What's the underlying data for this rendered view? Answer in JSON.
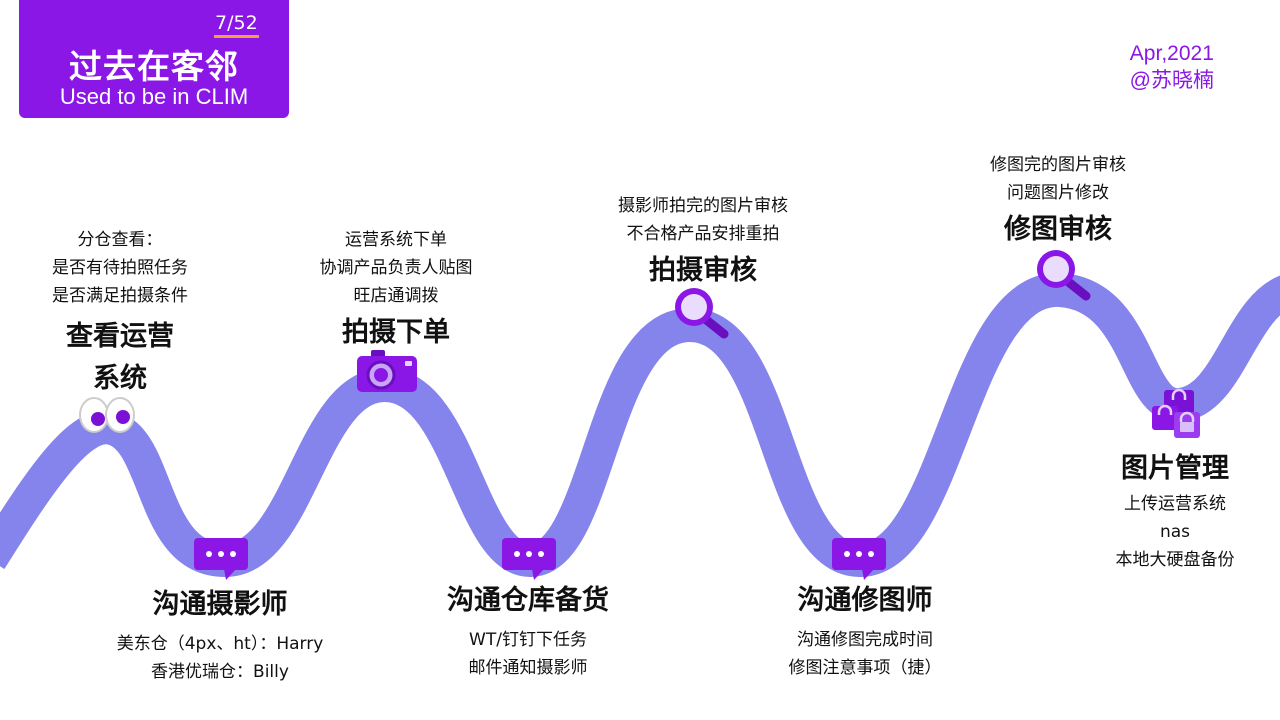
{
  "header": {
    "counter": "7/52",
    "title": "过去在客邻",
    "subtitle": "Used to be in CLIM"
  },
  "date": {
    "line1": "Apr,2021",
    "line2": "@苏晓楠"
  },
  "colors": {
    "brand": "#8a17e6",
    "road": "#8583ec",
    "accent": "#f4a13a"
  },
  "stages": [
    {
      "key": "check",
      "title_line1": "查看运营",
      "title_line2": "系统",
      "notes": [
        "分仓查看：",
        "是否有待拍照任务",
        "是否满足拍摄条件"
      ],
      "icon": "eyes-icon"
    },
    {
      "key": "photographer",
      "title": "沟通摄影师",
      "notes": [
        "美东仓（4px、ht）：Harry",
        "香港优瑞仓：Billy"
      ],
      "icon": "chat-bubble-icon"
    },
    {
      "key": "order",
      "title": "拍摄下单",
      "notes": [
        "运营系统下单",
        "协调产品负责人贴图",
        "旺店通调拨"
      ],
      "icon": "camera-icon"
    },
    {
      "key": "warehouse",
      "title": "沟通仓库备货",
      "notes": [
        "WT/钉钉下任务",
        "邮件通知摄影师"
      ],
      "icon": "chat-bubble-icon"
    },
    {
      "key": "review",
      "title": "拍摄审核",
      "notes": [
        "摄影师拍完的图片审核",
        "不合格产品安排重拍"
      ],
      "icon": "magnifier-icon"
    },
    {
      "key": "retoucher",
      "title": "沟通修图师",
      "notes": [
        "沟通修图完成时间",
        "修图注意事项（捷）"
      ],
      "icon": "chat-bubble-icon"
    },
    {
      "key": "retouch-review",
      "title": "修图审核",
      "notes": [
        "修图完的图片审核",
        "问题图片修改"
      ],
      "icon": "magnifier-icon"
    },
    {
      "key": "manage",
      "title": "图片管理",
      "notes": [
        "上传运营系统",
        "nas",
        "本地大硬盘备份"
      ],
      "icon": "bags-icon"
    }
  ]
}
